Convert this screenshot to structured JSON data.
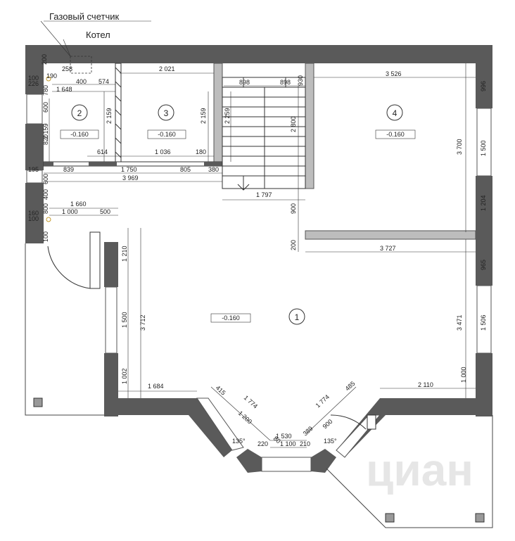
{
  "labels": {
    "gas_meter": "Газовый счетчик",
    "boiler": "Котел"
  },
  "rooms": [
    {
      "number": "2",
      "level": "-0.160"
    },
    {
      "number": "3",
      "level": "-0.160"
    },
    {
      "number": "4",
      "level": "-0.160"
    },
    {
      "number": "1",
      "level": "-0.160"
    }
  ],
  "dimensions": {
    "d258": "258",
    "d190": "190",
    "d400": "400",
    "d574": "574",
    "d648": "1 648",
    "d2021": "2 021",
    "d898a": "898",
    "d898b": "898",
    "d930": "930",
    "d3526": "3 526",
    "d996": "996",
    "d2159a": "2 159",
    "d2159b": "2 159",
    "d2159c": "2 159",
    "d2259": "2 259",
    "d2800": "2 800",
    "d3700": "3 700",
    "d1500a": "1 500",
    "d614": "614",
    "d1036": "1 036",
    "d180": "180",
    "d839": "839",
    "d1750": "1 750",
    "d805": "805",
    "d380": "380",
    "d3969": "3 969",
    "d1797": "1 797",
    "d1204": "1 204",
    "d1660": "1 660",
    "d1000": "1 000",
    "d500": "500",
    "d900a": "900",
    "d200": "200",
    "d3727": "3 727",
    "d965": "965",
    "d1210": "1 210",
    "d1500b": "1 500",
    "d3712": "3 712",
    "d3471": "3 471",
    "d1506": "1 506",
    "d1002": "1 002",
    "d1000b": "1 000",
    "d1684": "1 684",
    "d2110": "2 110",
    "d415": "415",
    "d1774a": "1 774",
    "d1200": "1 200",
    "d1774b": "1 774",
    "d485": "485",
    "d900b": "900",
    "d389": "389",
    "d1530": "1 530",
    "d1100": "1 100",
    "d220": "220",
    "d210": "210",
    "d80": "80",
    "a135l": "135°",
    "a135r": "135°",
    "l200": "200",
    "l100a": "100",
    "l226": "226",
    "l780": "780",
    "l600a": "600",
    "l820": "820",
    "l195": "195",
    "l600b": "600",
    "l400": "400",
    "l160": "160",
    "l100b": "100",
    "l800": "800",
    "l100c": "100"
  },
  "watermark": "циан"
}
